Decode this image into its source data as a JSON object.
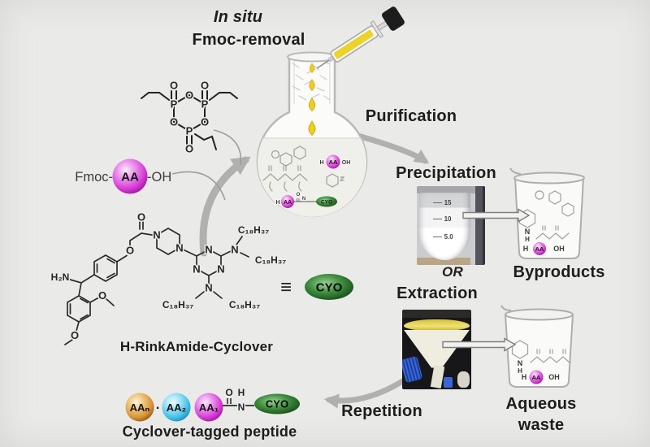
{
  "colors": {
    "background": "#eaeae8",
    "arrow_gray": "#b0b0ae",
    "magenta_sphere": "#d63ad6",
    "orange_sphere": "#d8923a",
    "cyan_sphere": "#45bfe8",
    "cyo_green": "#2f7a2f",
    "droplet_yellow": "#f0cd1e",
    "text": "#1d1d1d"
  },
  "header": {
    "in_situ": "In situ",
    "fmoc_removal": "Fmoc-removal"
  },
  "reagent": {
    "prefix": "Fmoc-",
    "aa": "AA",
    "suffix": "-OH"
  },
  "atoms": {
    "p": "P",
    "o": "O",
    "n": "N",
    "h": "H",
    "h2n": "H₂N",
    "oh": "OH",
    "aa": "AA",
    "c18h37": "C₁₈H₃₇"
  },
  "rink": {
    "label": "H-RinkAmide-Cyclover",
    "equiv": "≡"
  },
  "cyo": {
    "label": "CYO"
  },
  "flow": {
    "purification": "Purification",
    "precipitation": "Precipitation",
    "or": "OR",
    "extraction": "Extraction",
    "byproducts": "Byproducts",
    "aqueous_line1": "Aqueous",
    "aqueous_line2": "waste",
    "repetition": "Repetition"
  },
  "tube_marks": [
    "15",
    "10",
    "5.0"
  ],
  "peptide": {
    "aa_n": "AAₙ",
    "dot": "·",
    "aa_2": "AA₂",
    "aa_1": "AA₁",
    "o": "O",
    "h": "H",
    "n": "N",
    "label": "Cyclover-tagged peptide"
  }
}
